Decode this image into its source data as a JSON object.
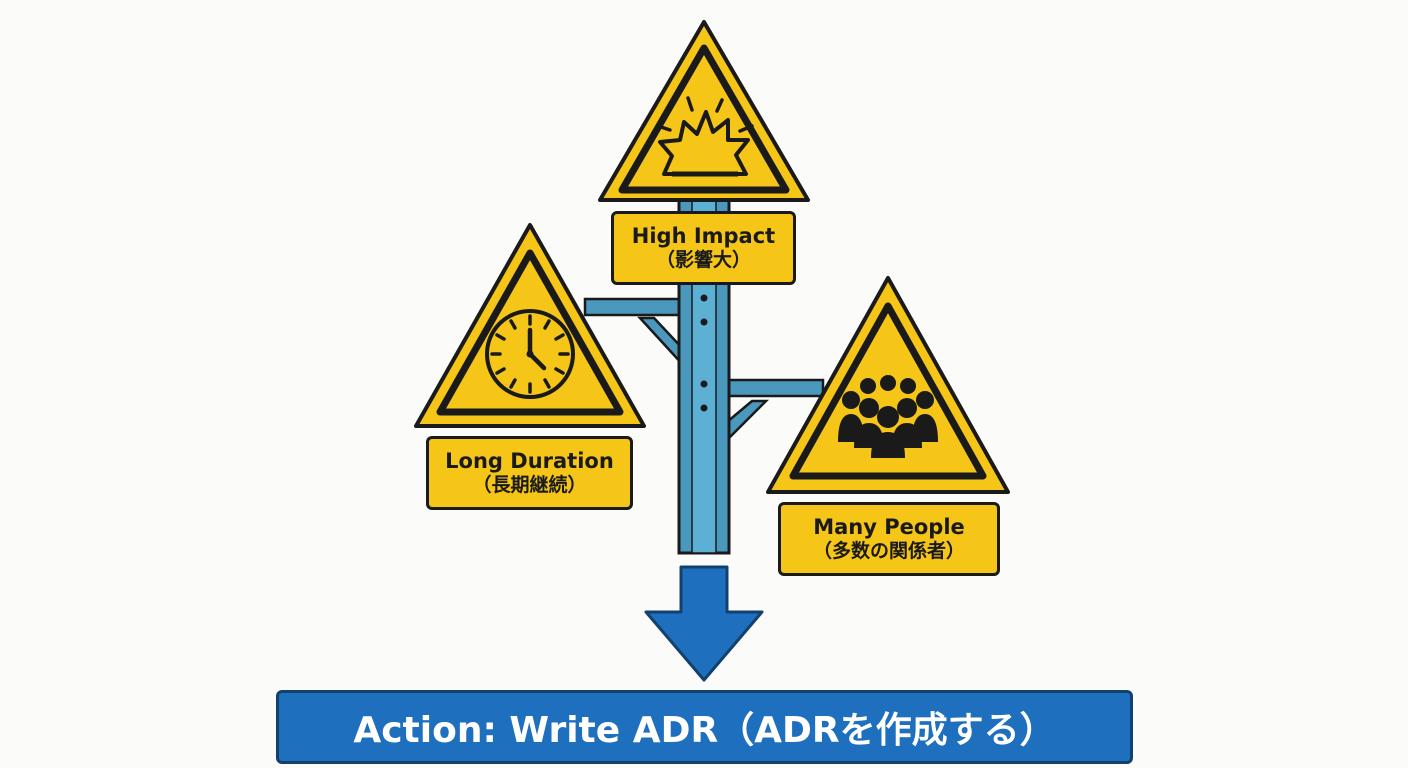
{
  "signs": {
    "impact": {
      "en": "High Impact",
      "ja": "（影響大）",
      "icon": "explosion-icon"
    },
    "duration": {
      "en": "Long Duration",
      "ja": "（長期継続）",
      "icon": "clock-icon"
    },
    "people": {
      "en": "Many People",
      "ja": "（多数の関係者）",
      "icon": "group-of-people-icon"
    }
  },
  "action": {
    "text": "Action: Write ADR（ADRを作成する）"
  },
  "colors": {
    "sign_yellow": "#f5c518",
    "outline": "#1a1a1a",
    "pole_blue": "#4a98be",
    "arrow_blue": "#1e6fbd",
    "action_blue": "#1e6fbd"
  }
}
